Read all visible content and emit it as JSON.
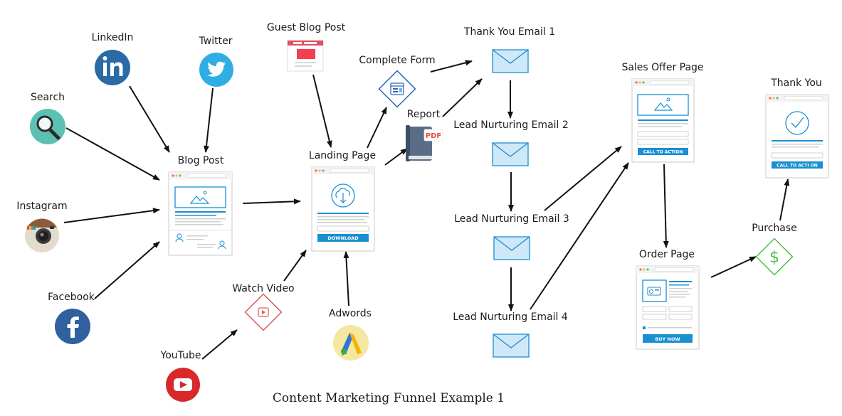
{
  "nodes": {
    "linkedin": "LinkedIn",
    "twitter": "Twitter",
    "guest_blog_post": "Guest Blog Post",
    "thank_you_email_1": "Thank You Email 1",
    "complete_form": "Complete Form",
    "search": "Search",
    "blog_post": "Blog Post",
    "report": "Report",
    "landing_page": "Landing Page",
    "lead_nurturing_email_2": "Lead Nurturing Email 2",
    "sales_offer_page": "Sales Offer Page",
    "thank_you": "Thank You",
    "instagram": "Instagram",
    "lead_nurturing_email_3": "Lead Nurturing Email 3",
    "purchase": "Purchase",
    "order_page": "Order Page",
    "facebook": "Facebook",
    "watch_video": "Watch Video",
    "adwords": "Adwords",
    "lead_nurturing_email_4": "Lead Nurturing Email 4",
    "youtube": "YouTube"
  },
  "buttons": {
    "download": "DOWNLOAD",
    "call_to_action": "CALL TO ACTION",
    "call_to_action_2": "CALL TO ACTI ON",
    "buy_now": "BUY NOW"
  },
  "pdf_tag": "PDF",
  "caption": "Content Marketing Funnel Example 1",
  "colors": {
    "accent_blue": "#1a8fd1",
    "linkedin": "#2a6aa5",
    "twitter": "#2eaee2",
    "search": "#5cc1b2",
    "facebook": "#30609e",
    "youtube": "#d9282a",
    "watch_video": "#e05a57",
    "purchase": "#53c04a",
    "email_fill": "#cfe8f7"
  }
}
